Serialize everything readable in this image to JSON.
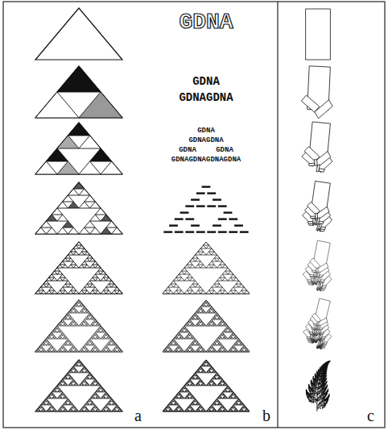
{
  "diagram": {
    "labels": [
      "GDNA",
      "GDNA",
      "GDNAGDNA",
      "GDNA",
      "GDNAGDNA",
      "GDNA",
      "GDNA",
      "GDNAGDNAGDNAGDNA",
      "a",
      "b",
      "c"
    ]
  }
}
